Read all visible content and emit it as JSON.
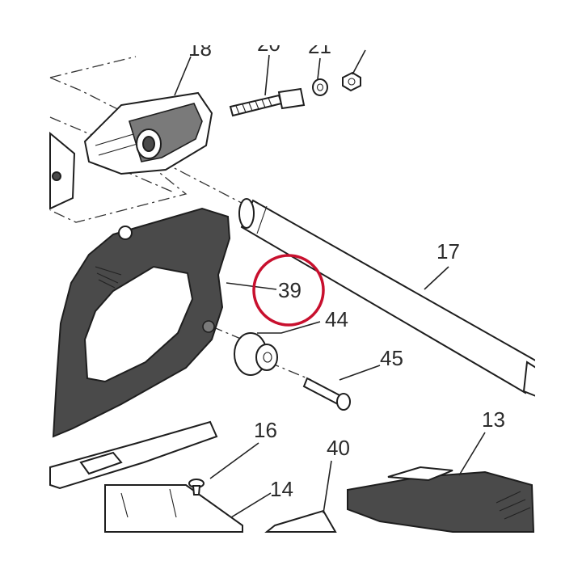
{
  "callouts": {
    "p18": "18",
    "p20": "20",
    "p21": "21",
    "p17": "17",
    "p39": "39",
    "p44": "44",
    "p45": "45",
    "p16": "16",
    "p40": "40",
    "p13": "13",
    "p14": "14"
  },
  "highlight": {
    "part": "39",
    "color": "#c8102e"
  }
}
